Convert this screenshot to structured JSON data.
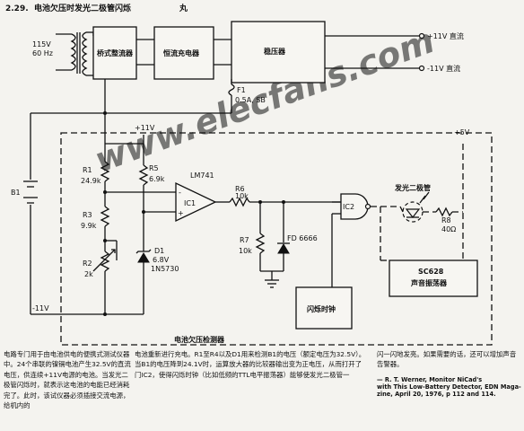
{
  "header": {
    "number": "2.29.",
    "title": "电池欠压时发光二极管闪烁",
    "trailing": "丸"
  },
  "watermark": "www.elecfans.com",
  "transformer": {
    "input_voltage": "115V",
    "input_freq": "60 Hz"
  },
  "blocks": {
    "rectifier": "桥式整流器",
    "charger": "恒流充电器",
    "regulator": "稳压器",
    "oscillator": "SC628",
    "oscillator_sub": "声音振荡器",
    "flasher": "闪烁时钟"
  },
  "outputs": {
    "pos": "+11V 直流",
    "neg": "-11V 直流"
  },
  "fuse": {
    "ref": "F1",
    "rating": "0.5A, SB"
  },
  "rails": {
    "top": "+11V",
    "bottom": "-11V",
    "led_supply": "+5V"
  },
  "battery": "B1",
  "resistors": {
    "r1": "R1",
    "r1_val": "24.9k",
    "r3": "R3",
    "r3_val": "9.9k",
    "r2": "R2",
    "r2_val": "2k",
    "r5": "R5",
    "r5_val": "6.9k",
    "r6": "R6",
    "r6_val": "10k",
    "r7": "R7",
    "r7_val": "10k",
    "r8": "R8",
    "r8_val": "40Ω"
  },
  "zener": {
    "ref": "D1",
    "voltage": "6.8V",
    "part": "1N5730"
  },
  "diode": "FD 6666",
  "opamp": {
    "part": "LM741",
    "ref": "IC1"
  },
  "gate": "IC2",
  "led_label": "发光二极管",
  "detector_label": "电池欠压检测器",
  "caption": {
    "col1": "电路专门用于由电池供电的便携式测试仪器中。24个串联的镍镉电池产生32.5V的直流电压，供连续+11V电源的电池。当发光二极管闪烁时，就表示这电池的电能已经消耗完了。此时，该试仪器必须插接交流电源，给机内的",
    "col2": "电池重新进行充电。R1至R4以及D1用来检测B1的电压（额定电压为32.5V）。当B1的电压降到24.1V时，运算放大器的比较器输出变为正电压，从而打开了门IC2，使得闪烁时钟（比如低频的TTL电平振荡器）能够使发光二极管一",
    "col3": "闪一闪地发亮。如果需要的话，还可以增加声音告警器。"
  },
  "credit": {
    "author": "— R. T. Werner, Monitor NiCad's",
    "line2": "with This Low-Battery Detector, EDN Maga-",
    "line3": "zine, April 20, 1976, p 112 and 114."
  }
}
